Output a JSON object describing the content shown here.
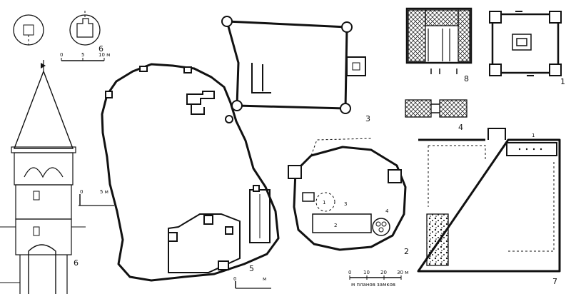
{
  "plans": [
    {
      "id": "1",
      "label": "1"
    },
    {
      "id": "2",
      "label": "2"
    },
    {
      "id": "3",
      "label": "3"
    },
    {
      "id": "4",
      "label": "4"
    },
    {
      "id": "5",
      "label": "5"
    },
    {
      "id": "6",
      "label": "6"
    },
    {
      "id": "7",
      "label": "7"
    },
    {
      "id": "8",
      "label": "8"
    }
  ],
  "inset_labels": {
    "plan2_1": "1",
    "plan2_2": "2",
    "plan2_3": "3",
    "plan2_4": "4",
    "plan7_1": "1",
    "tower_plan_6": "6",
    "tower_elev_6": "6"
  },
  "scales": {
    "tower_plan": {
      "ticks": [
        "0",
        "5",
        "10 м"
      ]
    },
    "tower_elev": {
      "ticks": [
        "0",
        "5 м"
      ]
    },
    "plan5": {
      "ticks": [
        "0",
        "м"
      ]
    },
    "castles": {
      "ticks": [
        "0",
        "10",
        "20",
        "30 м"
      ],
      "caption": "м планов замков"
    }
  }
}
